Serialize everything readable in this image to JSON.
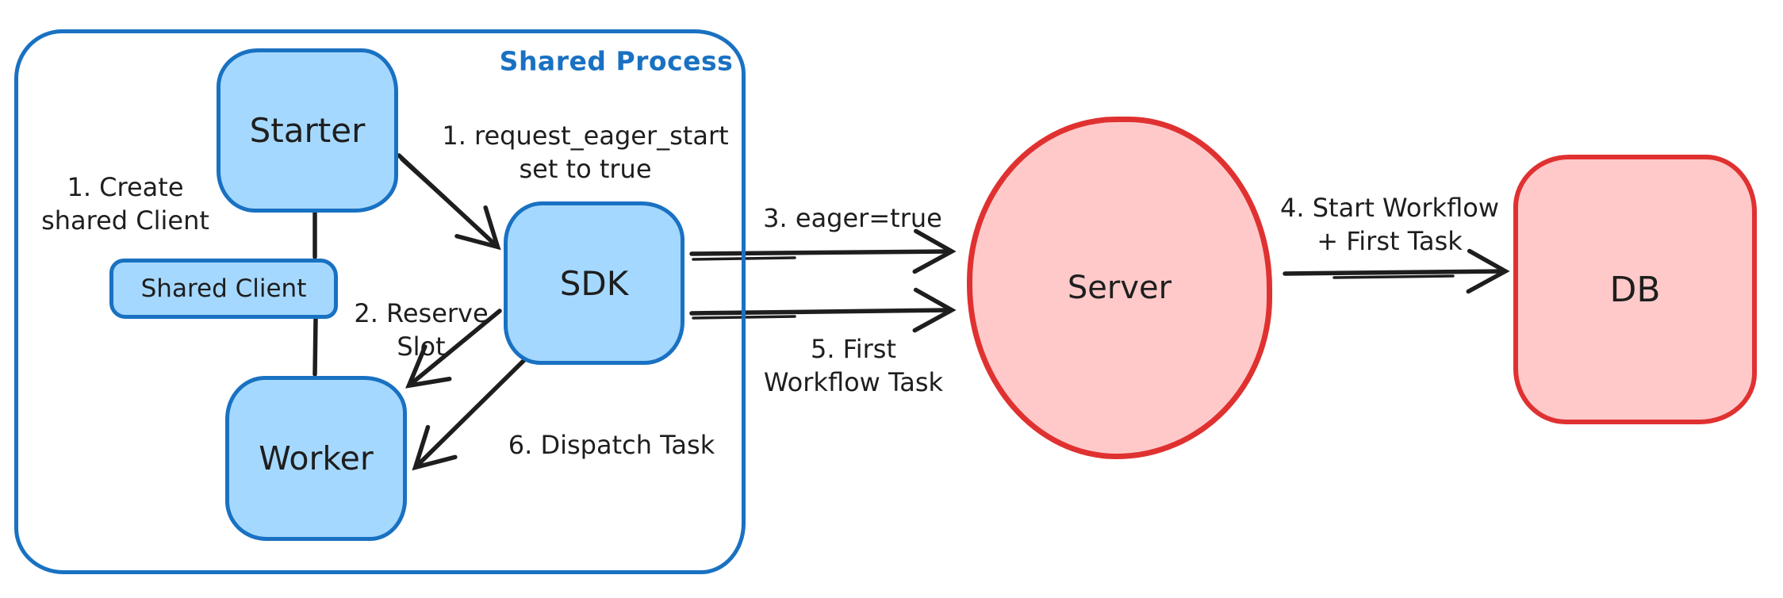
{
  "frame": {
    "title": "Shared Process"
  },
  "nodes": {
    "starter": {
      "label": "Starter"
    },
    "shared_client": {
      "label": "Shared Client"
    },
    "worker": {
      "label": "Worker"
    },
    "sdk": {
      "label": "SDK"
    },
    "server": {
      "label": "Server"
    },
    "db": {
      "label": "DB"
    }
  },
  "labels": {
    "create_shared_client": "1. Create\nshared Client",
    "request_eager_start": "1. request_eager_start\nset to true",
    "reserve_slot": "2. Reserve\nSlot",
    "eager_true": "3. eager=true",
    "start_workflow": "4. Start Workflow\n+ First Task",
    "first_workflow_task": "5. First\nWorkflow Task",
    "dispatch_task": "6. Dispatch Task"
  },
  "colors": {
    "blue_stroke": "#1971c2",
    "blue_fill": "#a5d8ff",
    "red_stroke": "#e03131",
    "red_fill": "#ffc9c9",
    "ink": "#1e1e1e",
    "background": "#ffffff"
  }
}
